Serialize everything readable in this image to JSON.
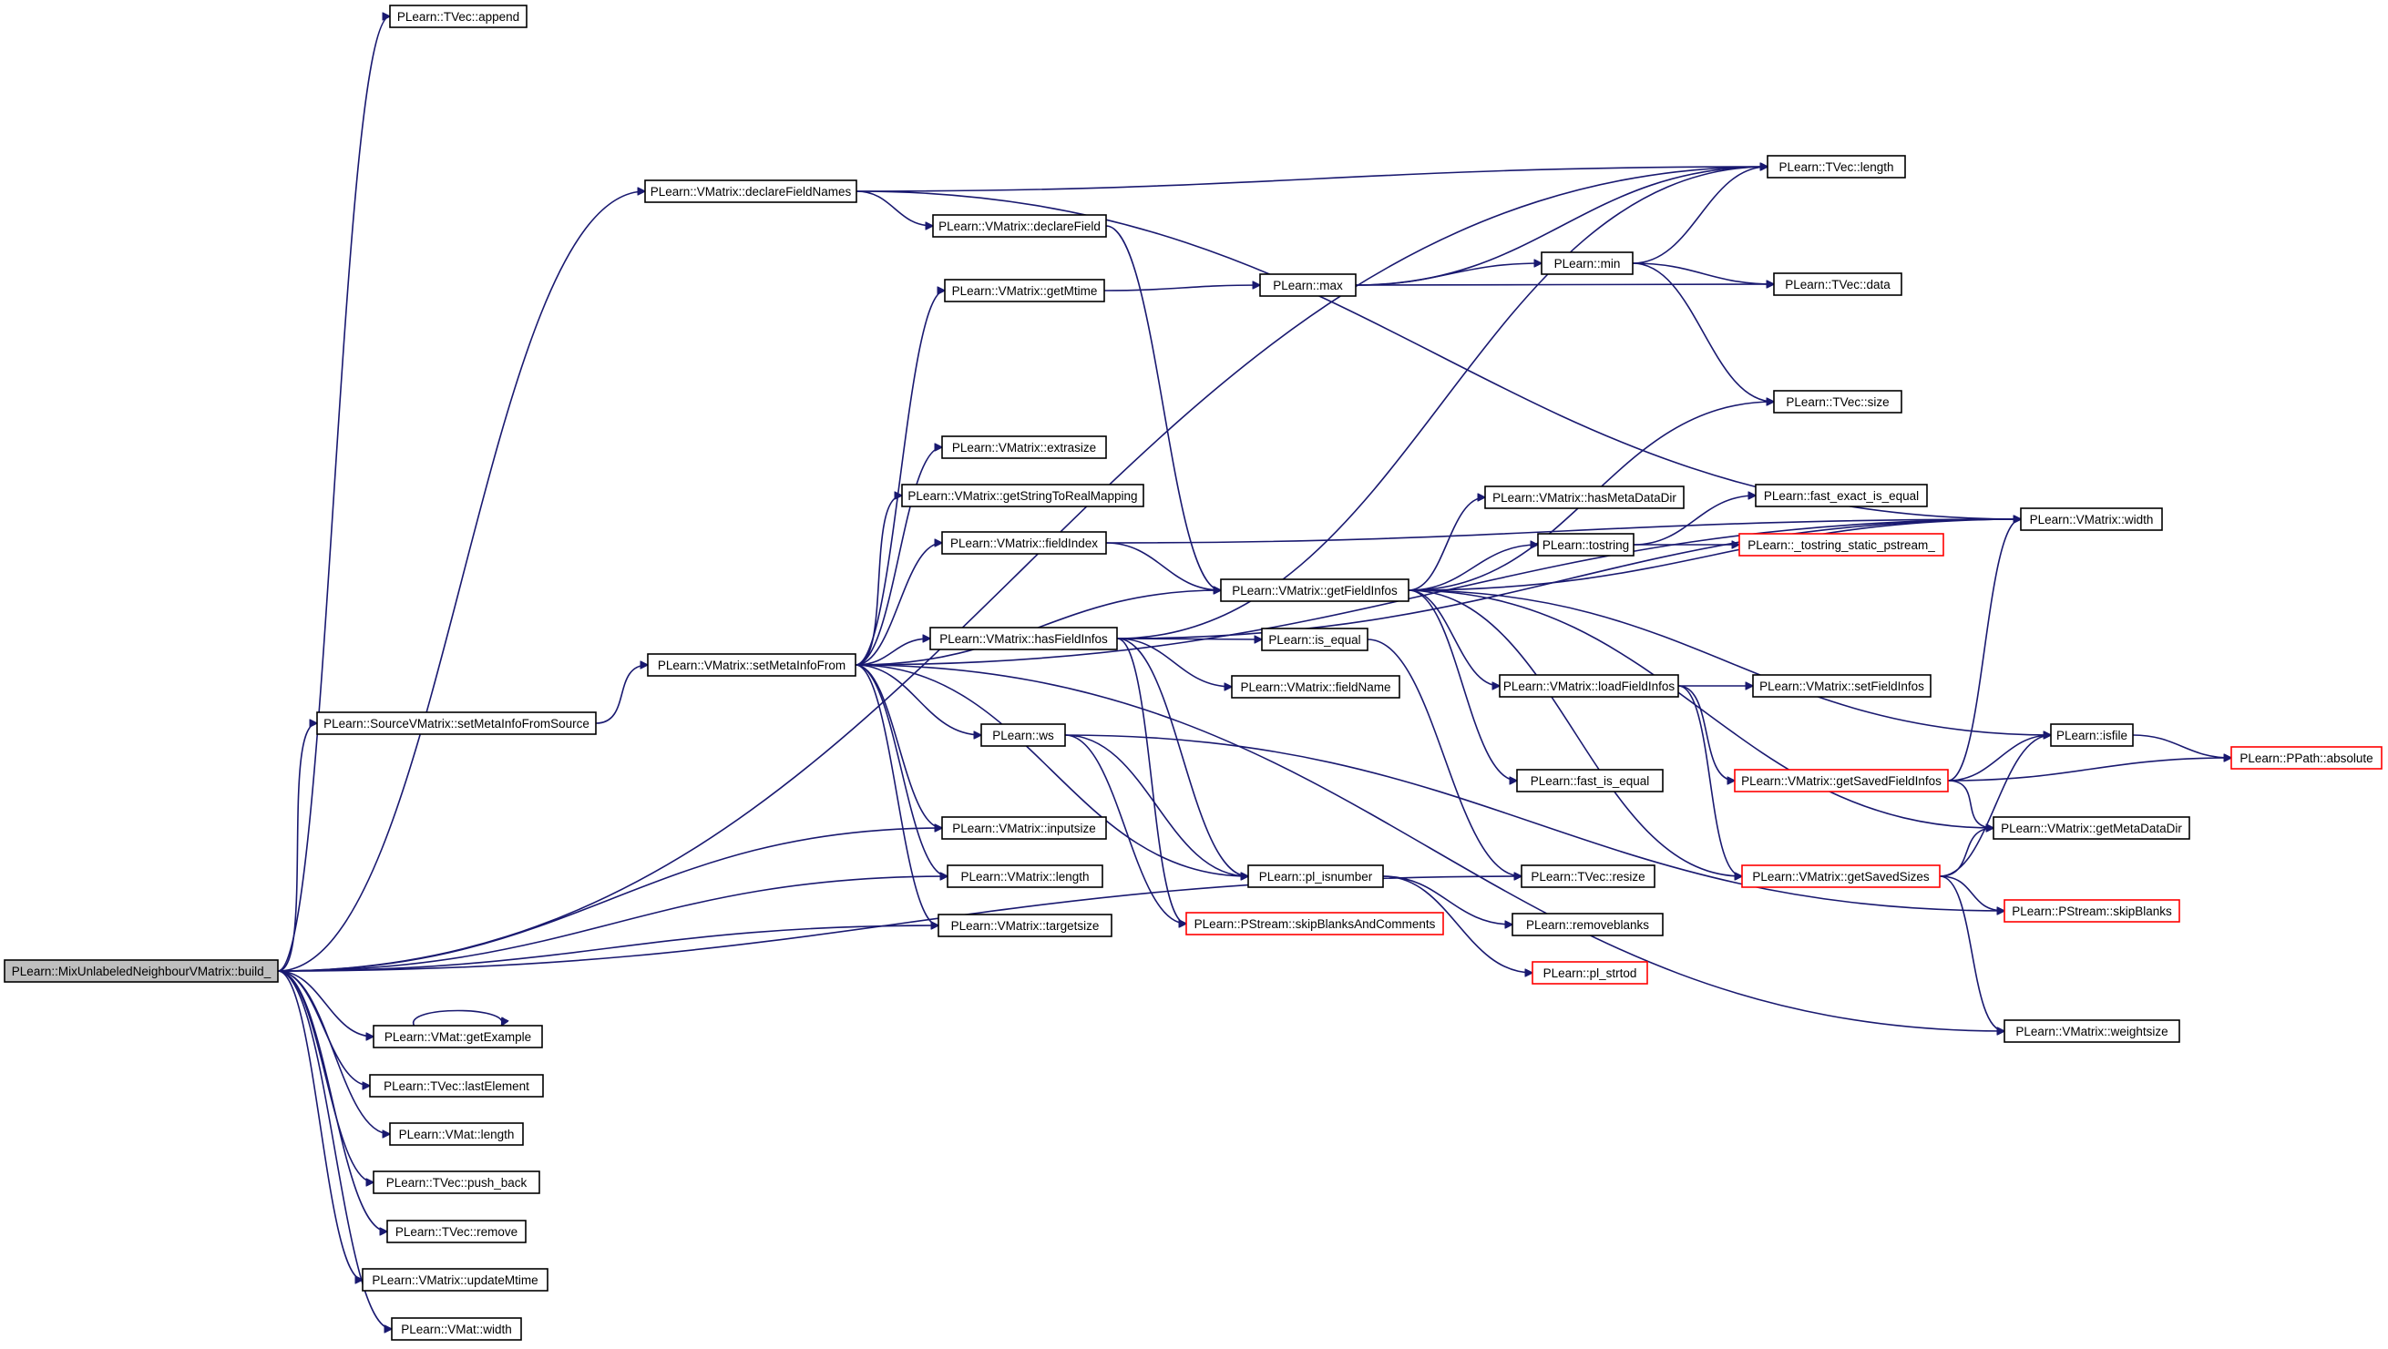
{
  "colors": {
    "edge": "#191970",
    "node_border": "#000000",
    "incomplete_border": "#ff0000",
    "root_fill": "#bfbfbf",
    "background": "#ffffff"
  },
  "nodes": [
    {
      "id": "root",
      "label": "PLearn::MixUnlabeledNeighbourVMatrix::build_",
      "style": "root"
    },
    {
      "id": "tvec_append",
      "label": "PLearn::TVec::append",
      "style": "normal"
    },
    {
      "id": "declareFieldNames",
      "label": "PLearn::VMatrix::declareFieldNames",
      "style": "normal"
    },
    {
      "id": "declareField",
      "label": "PLearn::VMatrix::declareField",
      "style": "normal"
    },
    {
      "id": "getMtime",
      "label": "PLearn::VMatrix::getMtime",
      "style": "normal"
    },
    {
      "id": "extrasize",
      "label": "PLearn::VMatrix::extrasize",
      "style": "normal"
    },
    {
      "id": "getStringToRealMapping",
      "label": "PLearn::VMatrix::getStringToRealMapping",
      "style": "normal"
    },
    {
      "id": "fieldIndex",
      "label": "PLearn::VMatrix::fieldIndex",
      "style": "normal"
    },
    {
      "id": "setMetaInfoFrom",
      "label": "PLearn::VMatrix::setMetaInfoFrom",
      "style": "normal"
    },
    {
      "id": "setMetaInfoFromSource",
      "label": "PLearn::SourceVMatrix::setMetaInfoFromSource",
      "style": "normal"
    },
    {
      "id": "hasFieldInfos",
      "label": "PLearn::VMatrix::hasFieldInfos",
      "style": "normal"
    },
    {
      "id": "ws",
      "label": "PLearn::ws",
      "style": "normal"
    },
    {
      "id": "inputsize",
      "label": "PLearn::VMatrix::inputsize",
      "style": "normal"
    },
    {
      "id": "vmatrix_length",
      "label": "PLearn::VMatrix::length",
      "style": "normal"
    },
    {
      "id": "targetsize",
      "label": "PLearn::VMatrix::targetsize",
      "style": "normal"
    },
    {
      "id": "getExample",
      "label": "PLearn::VMat::getExample",
      "style": "normal"
    },
    {
      "id": "lastElement",
      "label": "PLearn::TVec::lastElement",
      "style": "normal"
    },
    {
      "id": "vmat_length",
      "label": "PLearn::VMat::length",
      "style": "normal"
    },
    {
      "id": "push_back",
      "label": "PLearn::TVec::push_back",
      "style": "normal"
    },
    {
      "id": "tvec_remove",
      "label": "PLearn::TVec::remove",
      "style": "normal"
    },
    {
      "id": "updateMtime",
      "label": "PLearn::VMatrix::updateMtime",
      "style": "normal"
    },
    {
      "id": "vmat_width",
      "label": "PLearn::VMat::width",
      "style": "normal"
    },
    {
      "id": "max",
      "label": "PLearn::max",
      "style": "normal"
    },
    {
      "id": "min",
      "label": "PLearn::min",
      "style": "normal"
    },
    {
      "id": "tvec_length",
      "label": "PLearn::TVec::length",
      "style": "normal"
    },
    {
      "id": "tvec_data",
      "label": "PLearn::TVec::data",
      "style": "normal"
    },
    {
      "id": "tvec_size",
      "label": "PLearn::TVec::size",
      "style": "normal"
    },
    {
      "id": "getFieldInfos",
      "label": "PLearn::VMatrix::getFieldInfos",
      "style": "normal"
    },
    {
      "id": "hasMetaDataDir",
      "label": "PLearn::VMatrix::hasMetaDataDir",
      "style": "normal"
    },
    {
      "id": "tostring",
      "label": "PLearn::tostring",
      "style": "normal"
    },
    {
      "id": "fast_exact_is_equal",
      "label": "PLearn::fast_exact_is_equal",
      "style": "normal"
    },
    {
      "id": "tostring_static_pstream",
      "label": "PLearn::_tostring_static_pstream_",
      "style": "incomplete"
    },
    {
      "id": "vmatrix_width",
      "label": "PLearn::VMatrix::width",
      "style": "normal"
    },
    {
      "id": "is_equal",
      "label": "PLearn::is_equal",
      "style": "normal"
    },
    {
      "id": "fieldName",
      "label": "PLearn::VMatrix::fieldName",
      "style": "normal"
    },
    {
      "id": "loadFieldInfos",
      "label": "PLearn::VMatrix::loadFieldInfos",
      "style": "normal"
    },
    {
      "id": "setFieldInfos",
      "label": "PLearn::VMatrix::setFieldInfos",
      "style": "normal"
    },
    {
      "id": "fast_is_equal",
      "label": "PLearn::fast_is_equal",
      "style": "normal"
    },
    {
      "id": "isfile",
      "label": "PLearn::isfile",
      "style": "normal"
    },
    {
      "id": "getSavedFieldInfos",
      "label": "PLearn::VMatrix::getSavedFieldInfos",
      "style": "incomplete"
    },
    {
      "id": "ppath_absolute",
      "label": "PLearn::PPath::absolute",
      "style": "incomplete"
    },
    {
      "id": "getMetaDataDir",
      "label": "PLearn::VMatrix::getMetaDataDir",
      "style": "normal"
    },
    {
      "id": "pl_isnumber",
      "label": "PLearn::pl_isnumber",
      "style": "normal"
    },
    {
      "id": "tvec_resize",
      "label": "PLearn::TVec::resize",
      "style": "normal"
    },
    {
      "id": "getSavedSizes",
      "label": "PLearn::VMatrix::getSavedSizes",
      "style": "incomplete"
    },
    {
      "id": "skipBlanksAndComments",
      "label": "PLearn::PStream::skipBlanksAndComments",
      "style": "incomplete"
    },
    {
      "id": "removeblanks",
      "label": "PLearn::removeblanks",
      "style": "normal"
    },
    {
      "id": "skipBlanks",
      "label": "PLearn::PStream::skipBlanks",
      "style": "incomplete"
    },
    {
      "id": "pl_strtod",
      "label": "PLearn::pl_strtod",
      "style": "incomplete"
    },
    {
      "id": "weightsize",
      "label": "PLearn::VMatrix::weightsize",
      "style": "normal"
    }
  ],
  "edges": [
    [
      "root",
      "tvec_append"
    ],
    [
      "root",
      "declareFieldNames"
    ],
    [
      "root",
      "tvec_length"
    ],
    [
      "root",
      "setMetaInfoFromSource"
    ],
    [
      "root",
      "inputsize"
    ],
    [
      "root",
      "vmatrix_length"
    ],
    [
      "root",
      "targetsize"
    ],
    [
      "root",
      "tvec_resize"
    ],
    [
      "root",
      "getExample"
    ],
    [
      "root",
      "lastElement"
    ],
    [
      "root",
      "vmat_length"
    ],
    [
      "root",
      "push_back"
    ],
    [
      "root",
      "tvec_remove"
    ],
    [
      "root",
      "updateMtime"
    ],
    [
      "root",
      "vmat_width"
    ],
    [
      "declareFieldNames",
      "tvec_length"
    ],
    [
      "declareFieldNames",
      "declareField"
    ],
    [
      "declareFieldNames",
      "vmatrix_width"
    ],
    [
      "declareField",
      "getFieldInfos"
    ],
    [
      "setMetaInfoFromSource",
      "setMetaInfoFrom"
    ],
    [
      "setMetaInfoFrom",
      "getMtime"
    ],
    [
      "setMetaInfoFrom",
      "vmatrix_width"
    ],
    [
      "setMetaInfoFrom",
      "extrasize"
    ],
    [
      "setMetaInfoFrom",
      "getStringToRealMapping"
    ],
    [
      "setMetaInfoFrom",
      "fieldIndex"
    ],
    [
      "setMetaInfoFrom",
      "getFieldInfos"
    ],
    [
      "setMetaInfoFrom",
      "hasFieldInfos"
    ],
    [
      "setMetaInfoFrom",
      "ws"
    ],
    [
      "setMetaInfoFrom",
      "inputsize"
    ],
    [
      "setMetaInfoFrom",
      "vmatrix_length"
    ],
    [
      "setMetaInfoFrom",
      "targetsize"
    ],
    [
      "setMetaInfoFrom",
      "weightsize"
    ],
    [
      "setMetaInfoFrom",
      "pl_isnumber"
    ],
    [
      "getMtime",
      "max"
    ],
    [
      "max",
      "tvec_length"
    ],
    [
      "max",
      "min"
    ],
    [
      "max",
      "tvec_data"
    ],
    [
      "min",
      "tvec_length"
    ],
    [
      "min",
      "tvec_data"
    ],
    [
      "min",
      "tvec_size"
    ],
    [
      "fieldIndex",
      "getFieldInfos"
    ],
    [
      "fieldIndex",
      "vmatrix_width"
    ],
    [
      "hasFieldInfos",
      "tvec_length"
    ],
    [
      "hasFieldInfos",
      "is_equal"
    ],
    [
      "hasFieldInfos",
      "fieldName"
    ],
    [
      "hasFieldInfos",
      "vmatrix_width"
    ],
    [
      "hasFieldInfos",
      "skipBlanksAndComments"
    ],
    [
      "hasFieldInfos",
      "pl_isnumber"
    ],
    [
      "ws",
      "skipBlanksAndComments"
    ],
    [
      "ws",
      "pl_isnumber"
    ],
    [
      "getFieldInfos",
      "tvec_size"
    ],
    [
      "getFieldInfos",
      "hasMetaDataDir"
    ],
    [
      "getFieldInfos",
      "tostring"
    ],
    [
      "getFieldInfos",
      "vmatrix_width"
    ],
    [
      "getFieldInfos",
      "isfile"
    ],
    [
      "getFieldInfos",
      "loadFieldInfos"
    ],
    [
      "getFieldInfos",
      "fast_is_equal"
    ],
    [
      "getFieldInfos",
      "getMetaDataDir"
    ],
    [
      "getFieldInfos",
      "getSavedSizes"
    ],
    [
      "tostring",
      "fast_exact_is_equal"
    ],
    [
      "tostring",
      "tostring_static_pstream"
    ],
    [
      "is_equal",
      "tvec_resize"
    ],
    [
      "loadFieldInfos",
      "setFieldInfos"
    ],
    [
      "loadFieldInfos",
      "getSavedFieldInfos"
    ],
    [
      "loadFieldInfos",
      "getSavedSizes"
    ],
    [
      "getSavedFieldInfos",
      "vmatrix_width"
    ],
    [
      "getSavedFieldInfos",
      "isfile"
    ],
    [
      "getSavedFieldInfos",
      "ppath_absolute"
    ],
    [
      "getSavedFieldInfos",
      "getMetaDataDir"
    ],
    [
      "isfile",
      "ppath_absolute"
    ],
    [
      "getSavedSizes",
      "isfile"
    ],
    [
      "getSavedSizes",
      "getMetaDataDir"
    ],
    [
      "getSavedSizes",
      "skipBlanks"
    ],
    [
      "getSavedSizes",
      "weightsize"
    ],
    [
      "pl_isnumber",
      "removeblanks"
    ],
    [
      "pl_isnumber",
      "pl_strtod"
    ],
    [
      "ws",
      "skipBlanks"
    ],
    [
      "getExample",
      "getExample"
    ]
  ]
}
